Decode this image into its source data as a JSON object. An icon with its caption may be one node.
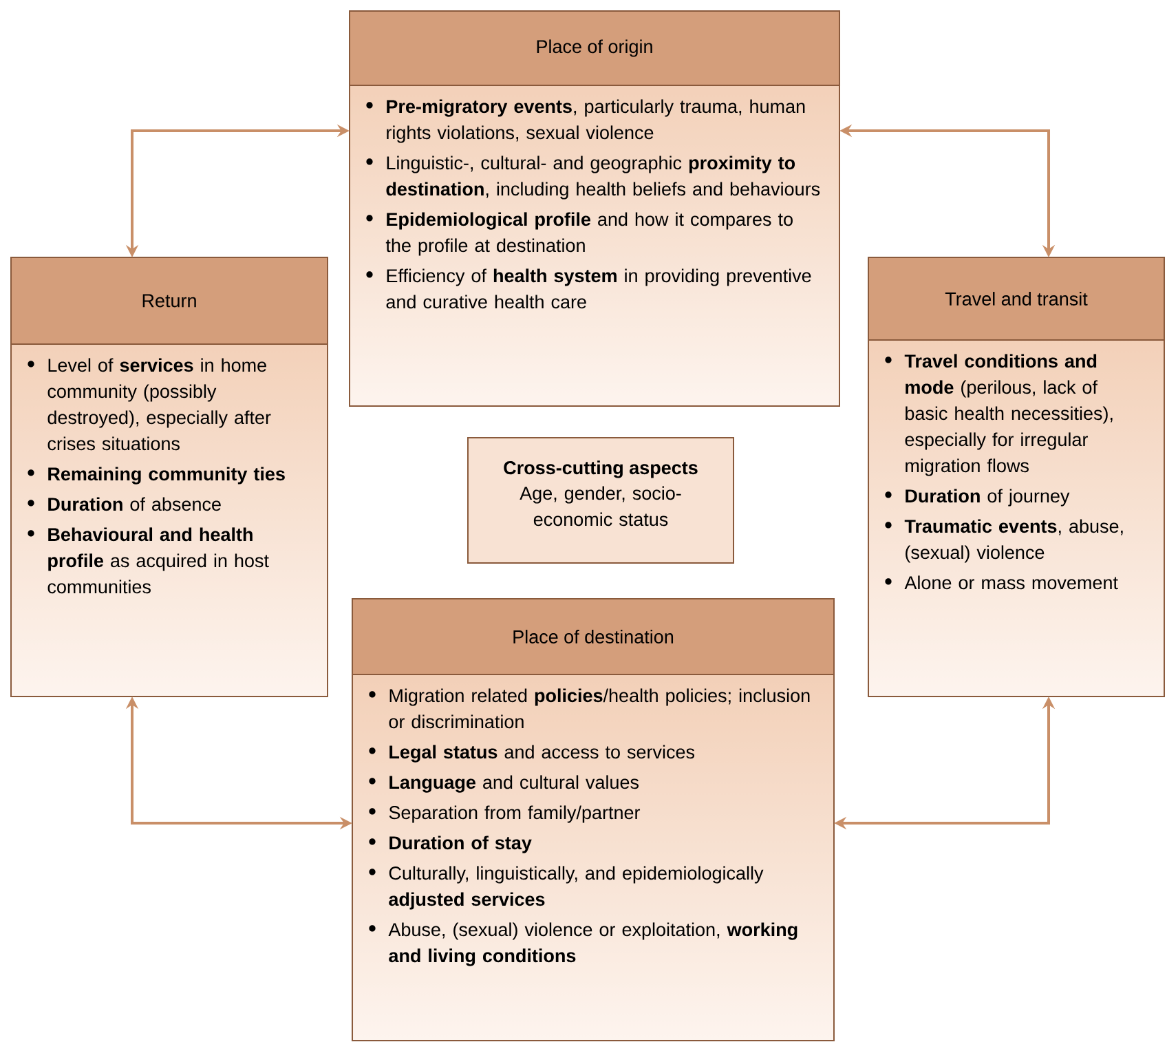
{
  "diagram": {
    "nodes": [
      {
        "text": [
          "Place of origin",
          "**Pre-migratory events**, particularly trauma, human rights violations, sexual violence",
          "Linguistic-, cultural- and geographic **proximity to destination**, including health beliefs and behaviours",
          "**Epidemiological profile** and how it compares to the profile at destination",
          "Efficiency of **health system** in providing preventive and curative health care"
        ]
      },
      {
        "text": [
          "Return",
          "Level of **services** in home community (possibly destroyed), especially after crises situations",
          "**Remaining community ties**",
          "**Duration** of absence",
          "**Behavioural and health profile** as acquired in host communities"
        ]
      },
      {
        "text": [
          "Travel and transit",
          "**Travel conditions and mode** (perilous, lack of basic health necessities), especially for irregular migration flows",
          "**Duration** of journey",
          "**Traumatic events**, abuse, (sexual) violence",
          "Alone or mass movement"
        ]
      },
      {
        "text": [
          "Cross-cutting aspects",
          "Age, gender, socio-economic status"
        ]
      },
      {
        "text": [
          "Place of destination",
          "Migration related **policies**/health policies; inclusion or discrimination",
          "**Legal status** and access to services",
          "**Language** and cultural values",
          "Separation from family/partner",
          "**Duration of stay**",
          "Culturally, linguistically, and epidemiologically **adjusted services**",
          "Abuse, (sexual) violence or exploitation, **working and living conditions**"
        ]
      }
    ],
    "edges": [
      {
        "from": 1,
        "to": 0,
        "arrow": "both"
      },
      {
        "from": 0,
        "to": 2,
        "arrow": "both"
      },
      {
        "from": 2,
        "to": 4,
        "arrow": "both"
      },
      {
        "from": 4,
        "to": 1,
        "arrow": "both"
      }
    ]
  }
}
